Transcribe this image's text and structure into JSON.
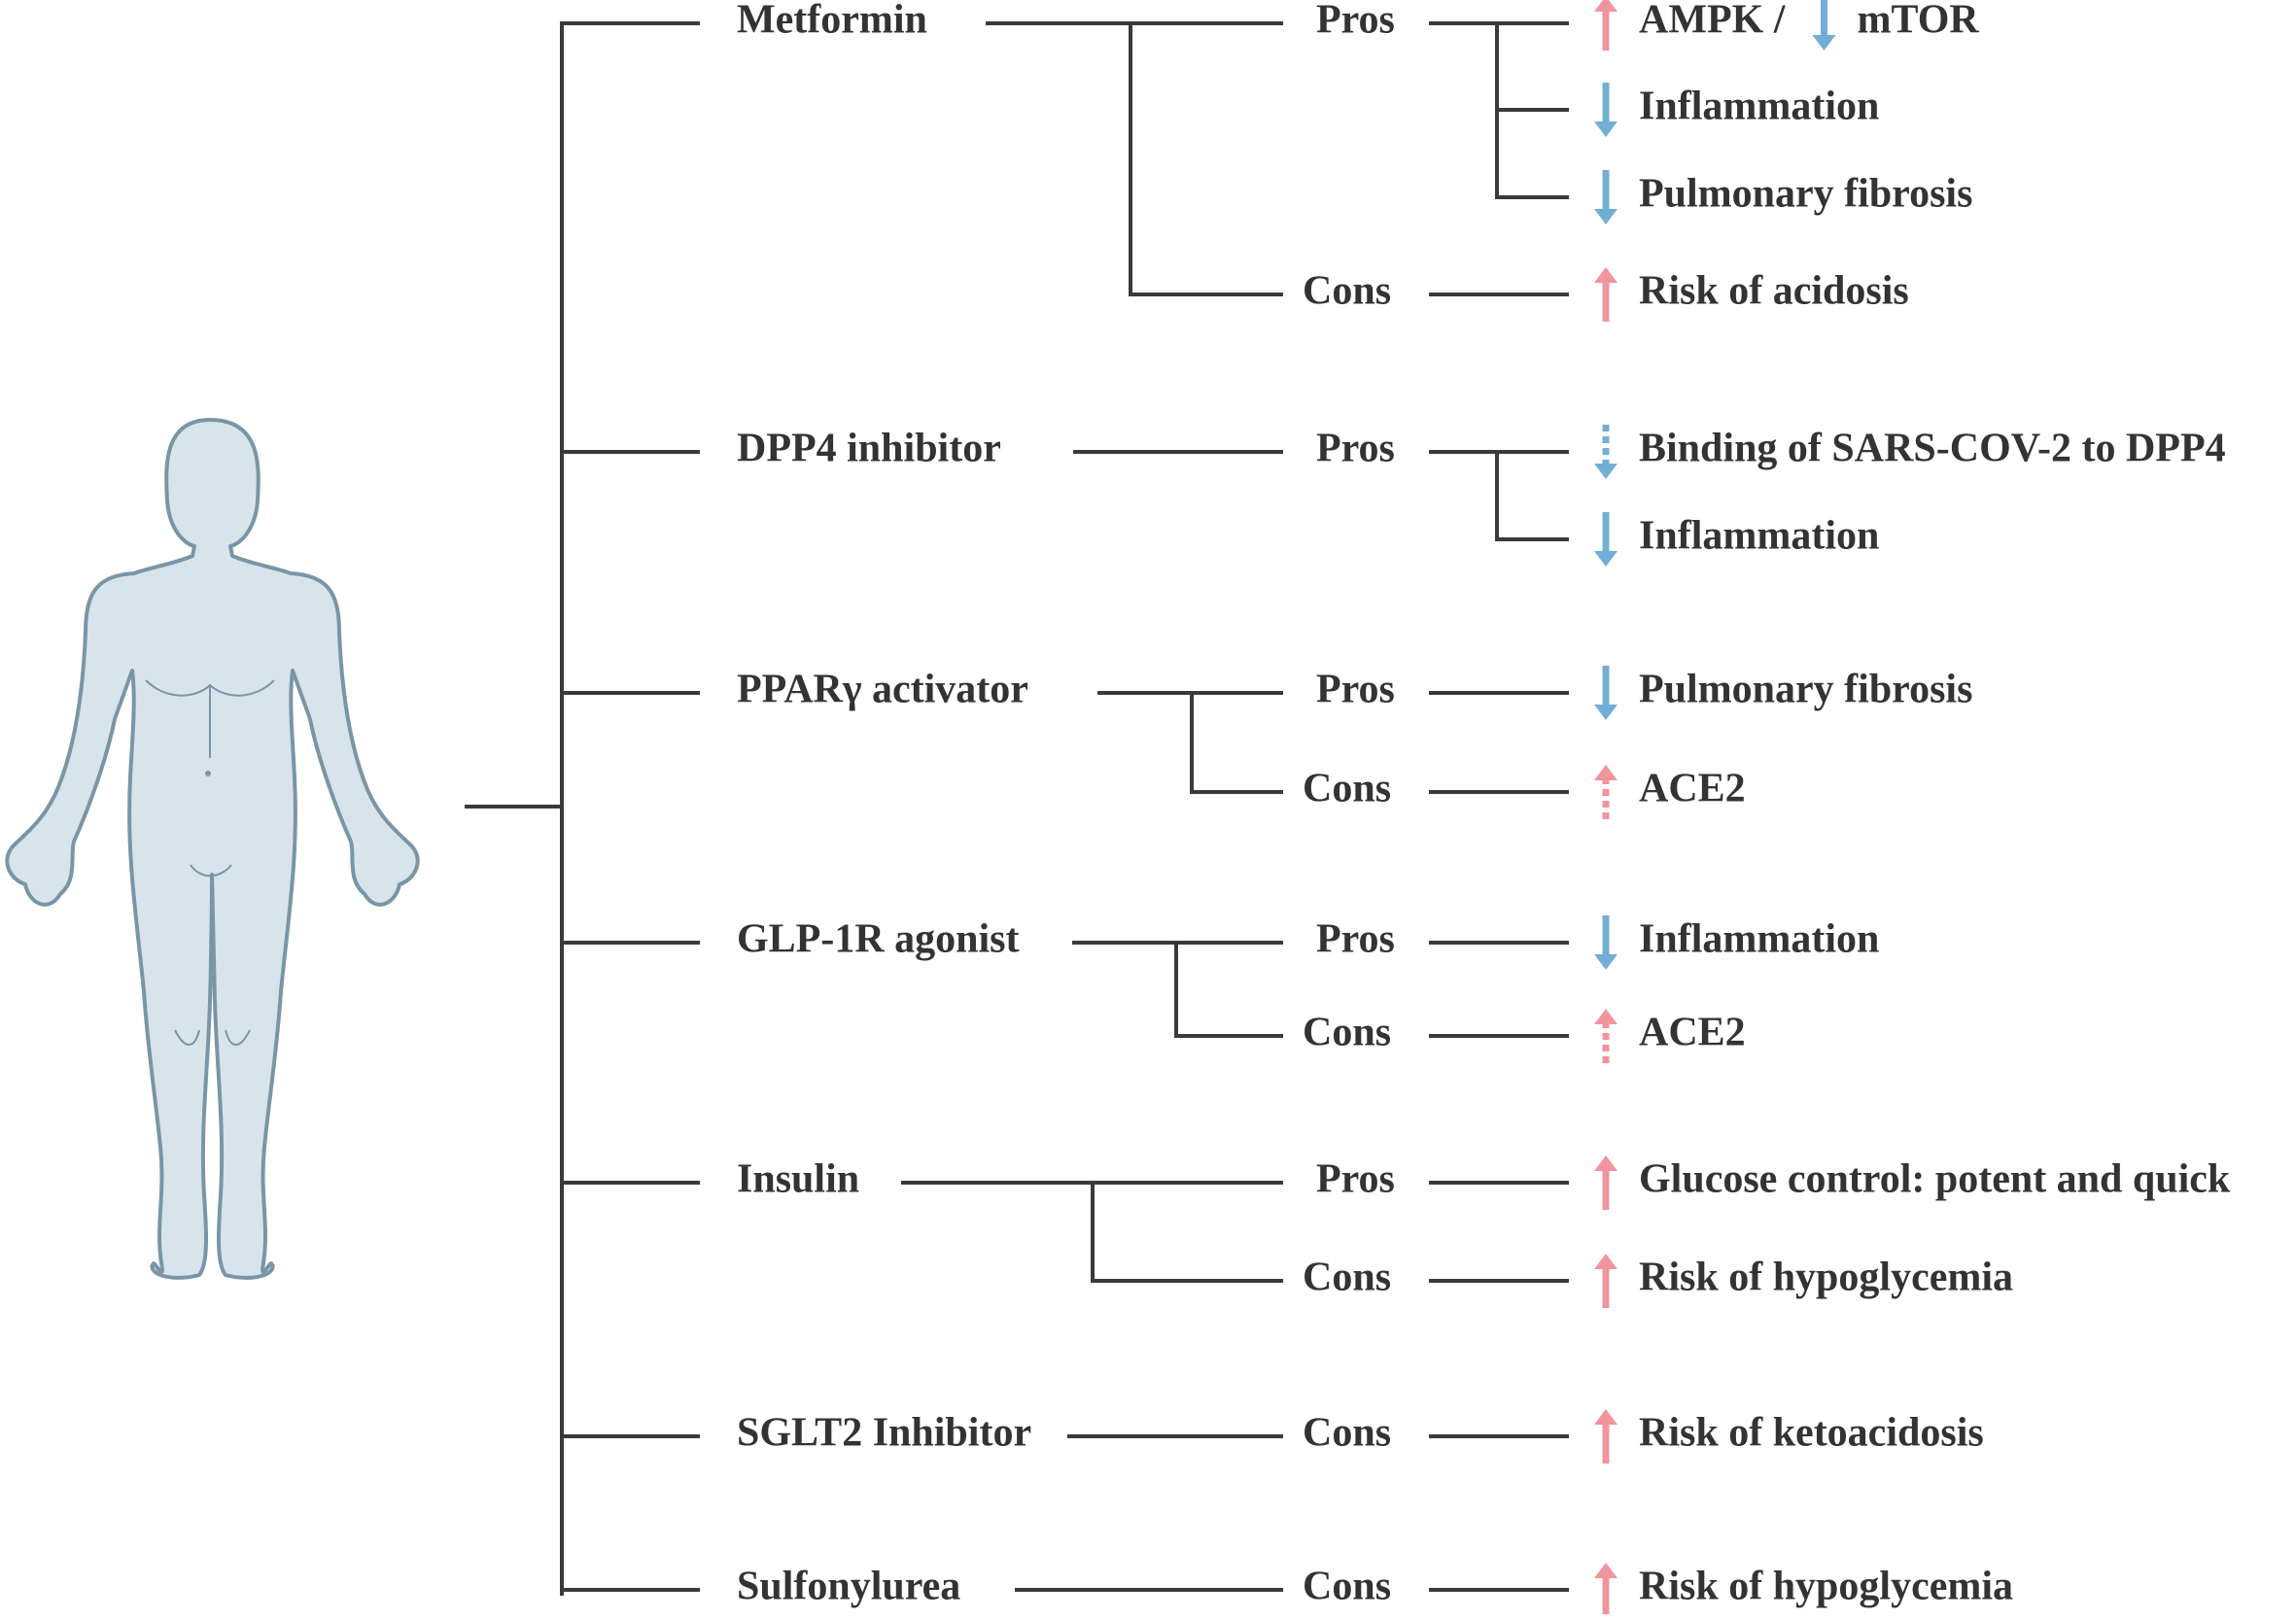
{
  "colors": {
    "line": "#3a3a3a",
    "text": "#333333",
    "up": "#f2949d",
    "down": "#72aed6",
    "body_fill": "#d7e4ec",
    "body_stroke": "#7a95a6"
  },
  "drugs": [
    {
      "name": "Metformin",
      "branches": [
        {
          "type": "Pros",
          "effects": [
            {
              "dir": "up",
              "style": "solid",
              "label": "AMPK /",
              "extra": {
                "dir": "down",
                "style": "solid",
                "label": "mTOR"
              }
            },
            {
              "dir": "down",
              "style": "solid",
              "label": "Inflammation"
            },
            {
              "dir": "down",
              "style": "solid",
              "label": "Pulmonary fibrosis"
            }
          ]
        },
        {
          "type": "Cons",
          "effects": [
            {
              "dir": "up",
              "style": "solid",
              "label": "Risk of acidosis"
            }
          ]
        }
      ]
    },
    {
      "name": "DPP4 inhibitor",
      "branches": [
        {
          "type": "Pros",
          "effects": [
            {
              "dir": "down",
              "style": "dashed",
              "label": "Binding of SARS-COV-2 to DPP4"
            },
            {
              "dir": "down",
              "style": "solid",
              "label": "Inflammation"
            }
          ]
        }
      ]
    },
    {
      "name": "PPARγ activator",
      "branches": [
        {
          "type": "Pros",
          "effects": [
            {
              "dir": "down",
              "style": "solid",
              "label": "Pulmonary fibrosis"
            }
          ]
        },
        {
          "type": "Cons",
          "effects": [
            {
              "dir": "up",
              "style": "dashed",
              "label": "ACE2"
            }
          ]
        }
      ]
    },
    {
      "name": "GLP-1R agonist",
      "branches": [
        {
          "type": "Pros",
          "effects": [
            {
              "dir": "down",
              "style": "solid",
              "label": "Inflammation"
            }
          ]
        },
        {
          "type": "Cons",
          "effects": [
            {
              "dir": "up",
              "style": "dashed",
              "label": "ACE2"
            }
          ]
        }
      ]
    },
    {
      "name": "Insulin",
      "branches": [
        {
          "type": "Pros",
          "effects": [
            {
              "dir": "up",
              "style": "solid",
              "label": "Glucose control: potent and quick"
            }
          ]
        },
        {
          "type": "Cons",
          "effects": [
            {
              "dir": "up",
              "style": "solid",
              "label": "Risk of hypoglycemia"
            }
          ]
        }
      ]
    },
    {
      "name": "SGLT2 Inhibitor",
      "branches": [
        {
          "type": "Cons",
          "effects": [
            {
              "dir": "up",
              "style": "solid",
              "label": "Risk of ketoacidosis"
            }
          ]
        }
      ]
    },
    {
      "name": "Sulfonylurea",
      "branches": [
        {
          "type": "Cons",
          "effects": [
            {
              "dir": "up",
              "style": "solid",
              "label": "Risk of hypoglycemia"
            }
          ]
        }
      ]
    }
  ]
}
